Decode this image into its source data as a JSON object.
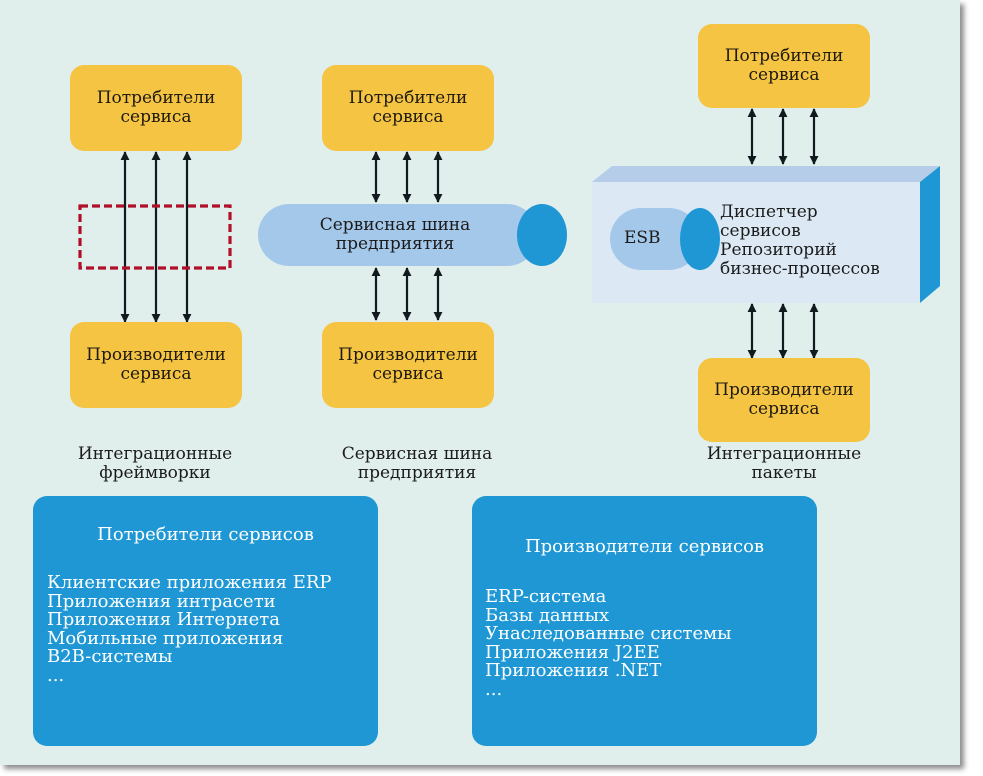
{
  "columns": [
    {
      "consumers": [
        "Потребители",
        "сервиса"
      ],
      "producers": [
        "Производители",
        "сервиса"
      ],
      "caption": [
        "Интеграционные",
        "фреймворки"
      ]
    },
    {
      "consumers": [
        "Потребители",
        "сервиса"
      ],
      "bus": [
        "Сервисная шина",
        "предприятия"
      ],
      "producers": [
        "Производители",
        "сервиса"
      ],
      "caption": [
        "Сервисная шина",
        "предприятия"
      ]
    },
    {
      "consumers": [
        "Потребители",
        "сервиса"
      ],
      "esb_label": "ESB",
      "package_items": [
        "Диспетчер",
        "сервисов",
        "Репозиторий",
        "бизнес-процессов"
      ],
      "producers": [
        "Производители",
        "сервиса"
      ],
      "caption": [
        "Интеграционные",
        "пакеты"
      ]
    }
  ],
  "consumers_panel": {
    "title": "Потребители сервисов",
    "items": [
      "Клиентские приложения ERP",
      "Приложения интрасети",
      "Приложения Интернета",
      "Мобильные приложения",
      "B2B-системы",
      "..."
    ]
  },
  "producers_panel": {
    "title": "Производители сервисов",
    "items": [
      "ERP-система",
      "Базы данных",
      "Унаследованные системы",
      "Приложения J2EE",
      "Приложения .NET",
      "..."
    ]
  },
  "colors": {
    "background": "#e0eeec",
    "yellow": "#f5c443",
    "blue": "#1e97d4",
    "light_blue": "#a4c8ea",
    "dashed_red": "#b0102a",
    "arrow": "#111a1e"
  }
}
